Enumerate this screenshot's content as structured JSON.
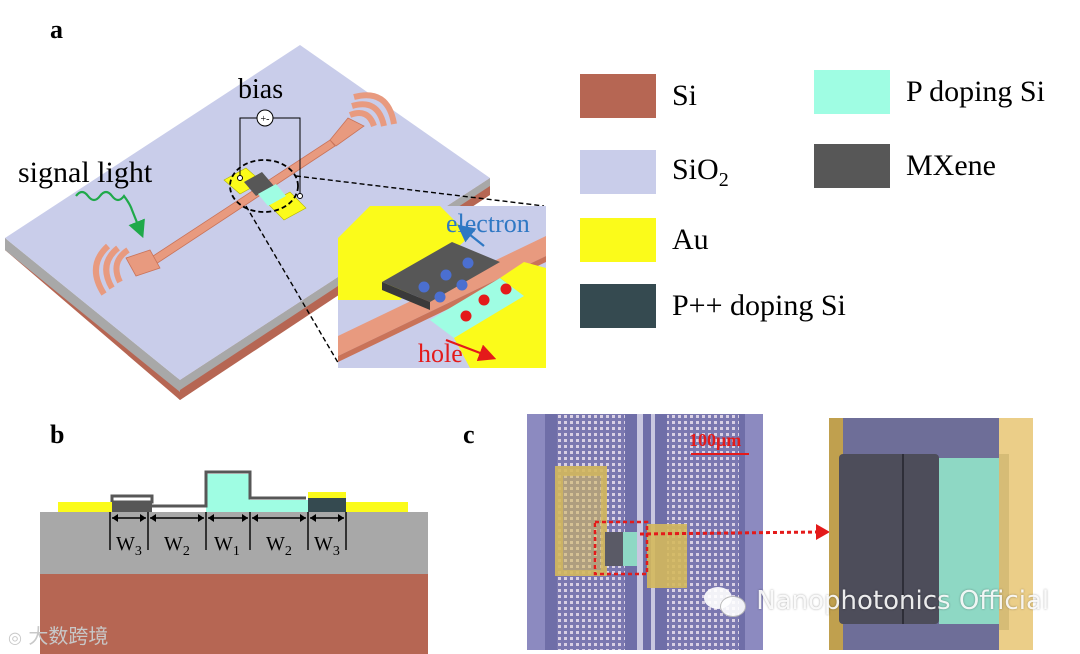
{
  "panels": {
    "a": "a",
    "b": "b",
    "c": "c"
  },
  "diagram": {
    "bias": "bias",
    "signal_light": "signal light",
    "electron": "electron",
    "hole": "hole"
  },
  "legend": {
    "si": "Si",
    "sio2_main": "SiO",
    "sio2_sub": "2",
    "au": "Au",
    "ppdoping": "P++ doping Si",
    "pdoping": "P doping Si",
    "mxene": "MXene"
  },
  "colors": {
    "si": "#b66653",
    "sio2": "#c9cdea",
    "au": "#fbfb1a",
    "ppdoping": "#354a50",
    "pdoping": "#9ffde3",
    "mxene": "#575757"
  },
  "cross_section": {
    "w1": "W",
    "w1_sub": "1",
    "w2": "W",
    "w2_sub": "2",
    "w3": "W",
    "w3_sub": "3"
  },
  "micrograph": {
    "scale_bar": "100μm"
  },
  "watermarks": {
    "left": "大数跨境",
    "right": "Nanophotonics Official"
  }
}
